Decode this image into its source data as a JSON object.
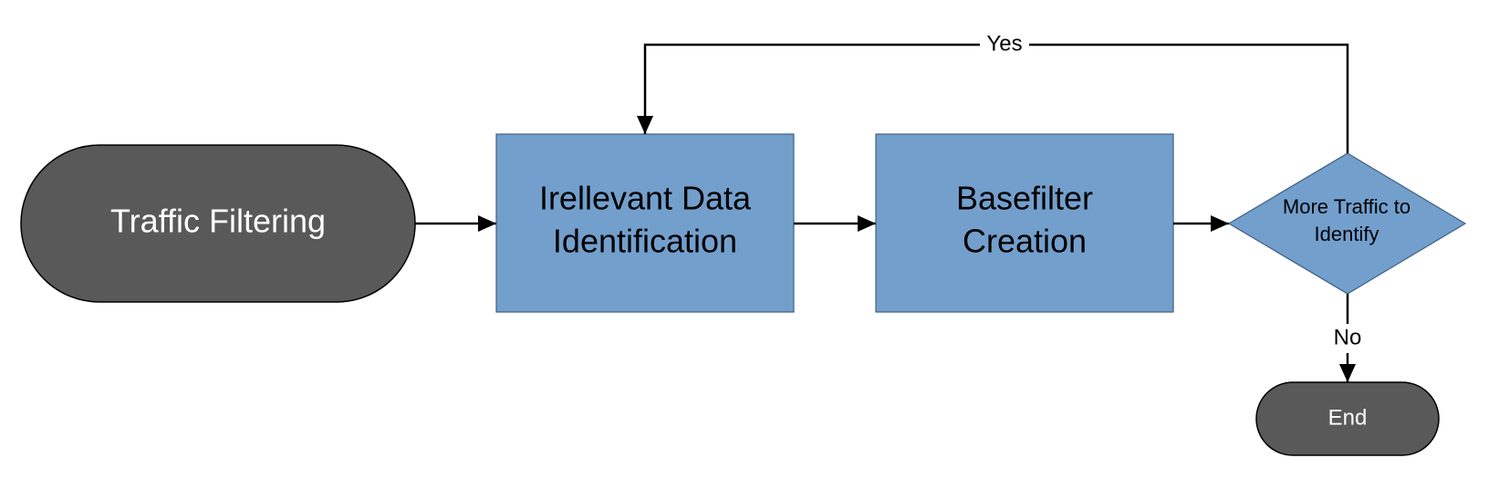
{
  "nodes": {
    "start": {
      "text": "Traffic Filtering"
    },
    "identify": {
      "line1": "Irellevant Data",
      "line2": "Identification"
    },
    "basefilter": {
      "line1": "Basefilter",
      "line2": "Creation"
    },
    "decision": {
      "line1": "More Traffic to",
      "line2": "Identify"
    },
    "end": {
      "text": "End"
    }
  },
  "edges": {
    "yes_label": "Yes",
    "no_label": "No"
  },
  "colors": {
    "terminal_fill": "#595959",
    "process_fill": "#739fcd",
    "stroke": "#000000",
    "terminal_text": "#ffffff",
    "process_text": "#000000"
  }
}
